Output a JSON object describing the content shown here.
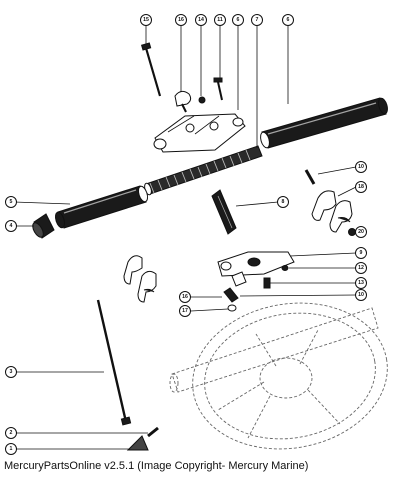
{
  "caption": "MercuryPartsOnline v2.5.1 (Image Copyright- Mercury Marine)",
  "callouts": [
    {
      "label": "15"
    },
    {
      "label": "16"
    },
    {
      "label": "14"
    },
    {
      "label": "11"
    },
    {
      "label": "6"
    },
    {
      "label": "7"
    },
    {
      "label": "6"
    },
    {
      "label": "10"
    },
    {
      "label": "18"
    },
    {
      "label": "5"
    },
    {
      "label": "8"
    },
    {
      "label": "20"
    },
    {
      "label": "4"
    },
    {
      "label": "9"
    },
    {
      "label": "12"
    },
    {
      "label": "13"
    },
    {
      "label": "16"
    },
    {
      "label": "17"
    },
    {
      "label": "10"
    },
    {
      "label": "3"
    },
    {
      "label": "2"
    },
    {
      "label": "1"
    }
  ]
}
